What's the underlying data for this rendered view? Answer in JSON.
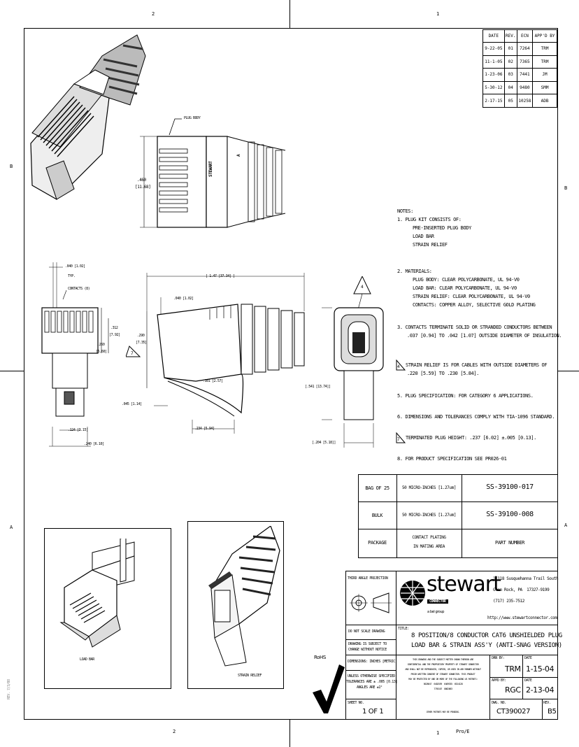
{
  "zones": {
    "top": [
      "2",
      "1"
    ],
    "bottom": [
      "2",
      "1"
    ],
    "left": [
      "B",
      "A"
    ],
    "right": [
      "B",
      "A"
    ]
  },
  "revision_table": {
    "headers": [
      "DATE",
      "REV.",
      "ECN",
      "APP'D BY"
    ],
    "rows": [
      [
        "9-22-05",
        "01",
        "7264",
        "TRM"
      ],
      [
        "11-1-05",
        "02",
        "7365",
        "TRM"
      ],
      [
        "1-23-06",
        "03",
        "7441",
        "JM"
      ],
      [
        "5-30-12",
        "04",
        "9480",
        "SMM"
      ],
      [
        "2-17-15",
        "05",
        "10258",
        "ADB"
      ]
    ]
  },
  "labels": {
    "plug_body": "PLUG BODY",
    "stewart_mark": "STEWART",
    "stewart_mark_letter": "A",
    "height_in": ".460",
    "height_mm": "[11.68]",
    "pitch": ".040 [1.02]",
    "typ": "TYP.",
    "contacts": "CONTACTS (8)",
    "overall_len": "[ 1.47 [37.34] ]",
    "pitch2": ".040 [1.02]",
    "dim_312": ".312",
    "dim_312_mm": "[7.92]",
    "dim_260": ".260",
    "dim_260_mm": "[6.60]",
    "dim_290": ".290",
    "dim_290_mm": "[7.35]",
    "note7_flag": "7",
    "note4_flag": "4",
    "dim_101": ".101 [2.57]",
    "dim_045": ".045 [1.14]",
    "dim_234": ".234 [5.94]",
    "dim_124": ".124 [3.15]",
    "dim_240": ".240 [6.10]",
    "dim_541": "[.541 [13.74]]",
    "dim_204": "[.204 [5.18]]",
    "load_bar": "LOAD BAR",
    "strain_relief": "STRAIN RELIEF",
    "rohs": "RoHS",
    "side_rev": "REV. 7/3/08",
    "bottom_right": "Pro/E"
  },
  "notes": {
    "title": "NOTES:",
    "n1": "1. PLUG KIT CONSISTS OF:",
    "n1a": "PRE-INSERTED PLUG BODY",
    "n1b": "LOAD BAR",
    "n1c": "STRAIN RELIEF",
    "n2": "2. MATERIALS:",
    "n2a": "PLUG BODY: CLEAR POLYCARBONATE, UL 94-V0",
    "n2b": "LOAD BAR: CLEAR POLYCARBONATE, UL 94-V0",
    "n2c": "STRAIN RELIEF: CLEAR POLYCARBONATE, UL 94-V0",
    "n2d": "CONTACTS: COPPER ALLOY, SELECTIVE GOLD PLATING",
    "n3a": "3. CONTACTS TERMINATE SOLID OR STRANDED CONDUCTORS BETWEEN",
    "n3b": ".037 [0.94] TO .042 [1.07] OUTSIDE DIAMETER OF INSULATION.",
    "n4a": "STRAIN RELIEF IS FOR CABLES WITH OUTSIDE DIAMETERS OF",
    "n4b": ".220 [5.59] TO .230 [5.84].",
    "n5": "5. PLUG SPECIFICATION: FOR CATEGORY 6 APPLICATIONS.",
    "n6": "6. DIMENSIONS AND TOLERANCES COMPLY WITH TIA-1096 STANDARD.",
    "n7": "TERMINATED PLUG HEIGHT: .237 [6.02] ±.005 [0.13].",
    "n8": "8. FOR PRODUCT SPECIFICATION SEE PR026-01"
  },
  "parts": {
    "rows": [
      {
        "package": "BAG OF 25",
        "plating": "50 MICRO-INCHES [1.27um]",
        "part": "SS-39100-017"
      },
      {
        "package": "BULK",
        "plating": "50 MICRO-INCHES [1.27um]",
        "part": "SS-39100-008"
      }
    ],
    "header": {
      "package": "PACKAGE",
      "plating_1": "CONTACT PLATING",
      "plating_2": "IN MATING AREA",
      "part": "PART NUMBER"
    }
  },
  "title_block": {
    "projection": "THIRD ANGLE PROJECTION",
    "logo": "stewart",
    "logo_sub": "CONNECTOR",
    "logo_group": "a bel group",
    "address_1": "11118 Susquehanna Trail South",
    "address_2": "Glen Rock, PA  17327-9199",
    "phone": "(717) 235-7512",
    "url": "http://www.stewartconnector.com",
    "no_scale": "DO NOT SCALE DRAWING",
    "subject_1": "DRAWING IS SUBJECT TO",
    "subject_2": "CHANGE WITHOUT NOTICE",
    "title_label": "TITLE:",
    "title_1": "8 POSITION/8 CONDUCTOR CAT6 UNSHIELDED PLUG",
    "title_2": "LOAD BAR & STRAIN ASS'Y (ANTI-SNAG VERSION)",
    "dimensions": "DIMENSIONS: INCHES [METRIC]",
    "tol_1": "UNLESS OTHERWISE SPECIFIED",
    "tol_2": "TOLERANCES ARE ± .005 [0.13]",
    "tol_3": "ANGLES ARE ±1°",
    "legal_1": "THIS DRAWING AND THE SUBJECT MATTER SHOWN THEREON ARE",
    "legal_2": "CONFIDENTIAL AND THE PROPRIETARY PROPERTY OF STEWART CONNECTOR",
    "legal_3": "AND SHALL NOT BE REPRODUCED, COPIED, OR USED IN ANY MANNER WITHOUT",
    "legal_4": "PRIOR WRITTEN CONSENT OF STEWART CONNECTOR. THIS PRODUCT",
    "legal_5": "MAY BE PROTECTED BY ONE OR MORE OF THE FOLLOWING US PATENTS:",
    "legal_6": "5628647  6402559  6409535  6524128",
    "legal_7": "7755107  8082863",
    "legal_8": "OTHER PATENTS MAY BE PENDING.",
    "drn_label": "DRN BY:",
    "drn": "TRM",
    "date_label": "DATE",
    "drn_date": "1-15-04",
    "appd_label": "APPD BY:",
    "appd": "RGC",
    "appd_date": "2-13-04",
    "sheet_label": "SHEET NO.",
    "sheet": "1 OF 1",
    "dwg_label": "DWG. NO.",
    "dwg": "CT390027",
    "rev_label": "REV.",
    "rev": "B5"
  }
}
